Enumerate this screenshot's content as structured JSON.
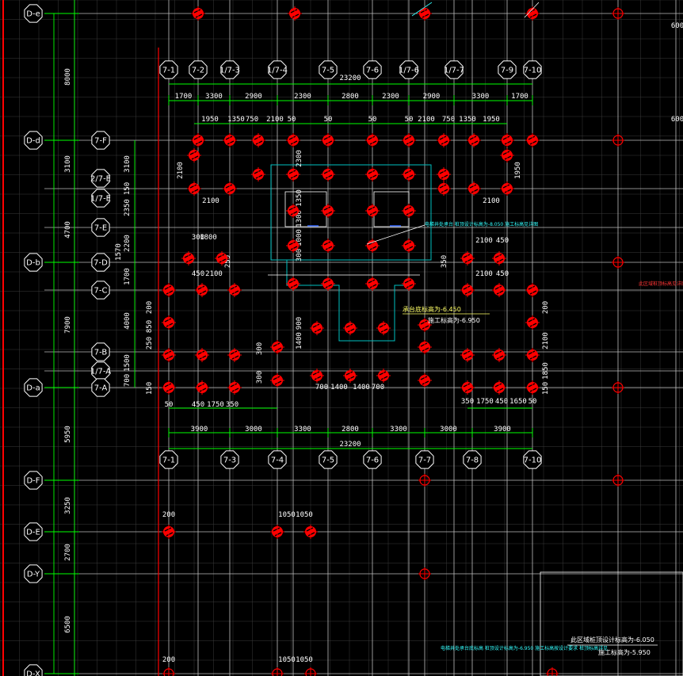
{
  "colors": {
    "background": "#000000",
    "grid_major": "#bdbdbd",
    "grid_minor": "#3a3a3a",
    "dimension": "#00ff00",
    "pile": "#ff0000",
    "outline": "#00bfbf",
    "text": "#ffffff",
    "note": "#ffff66",
    "frame": "#ff0000"
  },
  "left_axes": [
    {
      "label": "D-e"
    },
    {
      "label": "D-d"
    },
    {
      "label": "D-b"
    },
    {
      "label": "D-a"
    },
    {
      "label": "D-F"
    },
    {
      "label": "D-E"
    },
    {
      "label": "D-Y"
    },
    {
      "label": "D-X"
    }
  ],
  "left_dims": [
    "8000",
    "3100",
    "4700",
    "7900",
    "5950",
    "3250",
    "2700",
    "6500"
  ],
  "inner_axes": [
    {
      "label": "7-F"
    },
    {
      "label": "2/7-E"
    },
    {
      "label": "1/7-E"
    },
    {
      "label": "7-E"
    },
    {
      "label": "7-D"
    },
    {
      "label": "7-C"
    },
    {
      "label": "7-B"
    },
    {
      "label": "1/7-A"
    },
    {
      "label": "7-A"
    }
  ],
  "inner_dims": [
    "3100",
    "150",
    "2350",
    "2200",
    "1570",
    "1700",
    "4000",
    "1500",
    "700"
  ],
  "top_axes": [
    {
      "label": "7-1"
    },
    {
      "label": "7-2"
    },
    {
      "label": "1/7-3"
    },
    {
      "label": "1/7-4"
    },
    {
      "label": "7-5"
    },
    {
      "label": "7-6"
    },
    {
      "label": "1/7-6"
    },
    {
      "label": "1/7-7"
    },
    {
      "label": "7-9"
    },
    {
      "label": "7-10"
    }
  ],
  "bottom_axes": [
    {
      "label": "7-1"
    },
    {
      "label": "7-3"
    },
    {
      "label": "7-4"
    },
    {
      "label": "7-5"
    },
    {
      "label": "7-6"
    },
    {
      "label": "7-7"
    },
    {
      "label": "7-8"
    },
    {
      "label": "7-10"
    }
  ],
  "top_total": "23200",
  "top_row1": [
    "1700",
    "3300",
    "2900",
    "2300",
    "2800",
    "2300",
    "2900",
    "3300",
    "1700"
  ],
  "top_row2": [
    "1950",
    "1350",
    "750",
    "2100",
    "50",
    "50",
    "50",
    "50",
    "2100",
    "750",
    "1350",
    "1950"
  ],
  "bottom_row1": [
    "3900",
    "3000",
    "3300",
    "2800",
    "3300",
    "3000",
    "3900"
  ],
  "bottom_total": "23200",
  "misc_dims": [
    "2100",
    "2100",
    "300",
    "1800",
    "450",
    "2100",
    "2100",
    "450",
    "2100",
    "450",
    "50",
    "450",
    "1750",
    "350",
    "700",
    "1400",
    "1400",
    "700",
    "350",
    "1750",
    "450",
    "1650",
    "50",
    "200",
    "850",
    "250",
    "150",
    "200",
    "2100",
    "1850",
    "150",
    "2300",
    "1350",
    "1300",
    "1000",
    "300",
    "1400",
    "900",
    "300",
    "300",
    "350",
    "250",
    "2100",
    "1950",
    "200",
    "1050",
    "1050",
    "200",
    "1050",
    "1050",
    "600",
    "600"
  ],
  "notes": {
    "center_title": "承台底标高为-6.450",
    "center_sub": "施工标高为-6.950",
    "br_title": "此区域桩顶设计标高为-6.050",
    "br_sub": "施工标高为-5.950",
    "cyan_note": "电梯井处承台底标高 桩顶设计标高为-6.950 施工标高按设计要求 桩顶标高详见",
    "red_note": "此区域桩顶标高见详图 施工标高 桩顶标高按设计",
    "white_note": "电梯井处承台 桩顶设计标高为-8.050 施工标高见详图"
  }
}
